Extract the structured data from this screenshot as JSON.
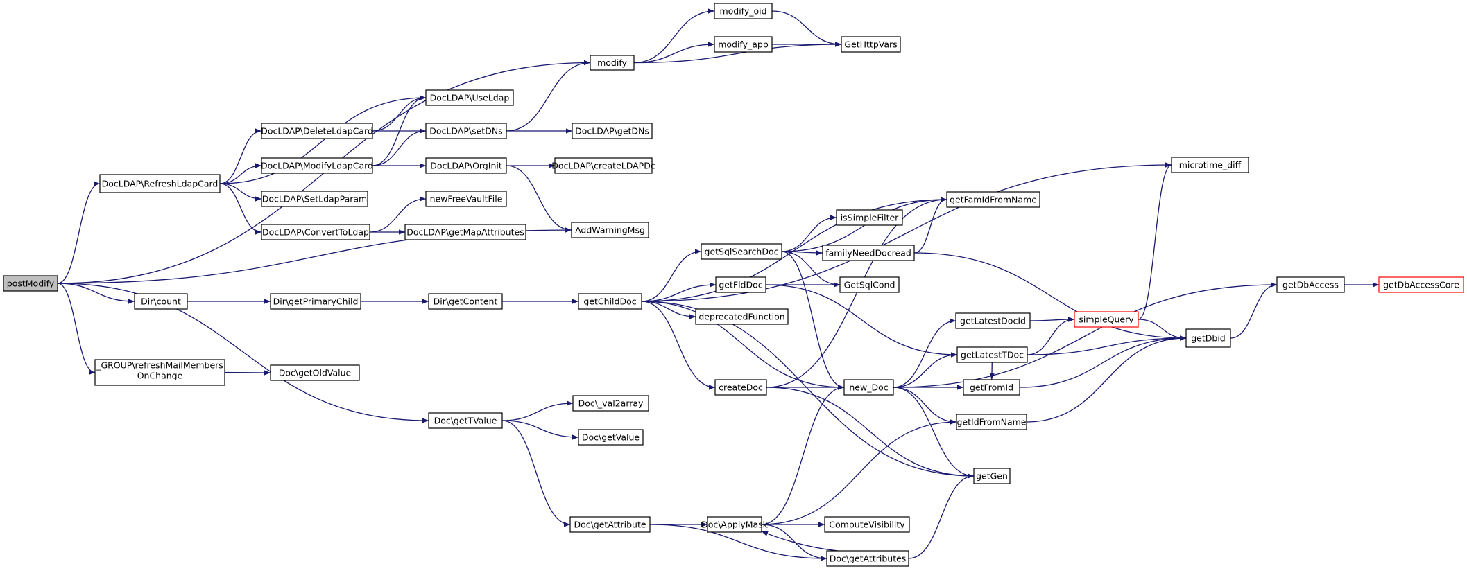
{
  "colors": {
    "edge": "#191970",
    "border": "#000000",
    "root_fill": "#bfbfbf",
    "fill": "#ffffff",
    "highlight_border": "#ff0000"
  },
  "nodes": [
    {
      "id": "postModify",
      "label": "postModify",
      "root": true
    },
    {
      "id": "modify",
      "label": "modify"
    },
    {
      "id": "modify_oid",
      "label": "modify_oid"
    },
    {
      "id": "modify_app",
      "label": "modify_app"
    },
    {
      "id": "GetHttpVars",
      "label": "GetHttpVars"
    },
    {
      "id": "UseLdap",
      "label": "DocLDAP\\UseLdap"
    },
    {
      "id": "DeleteLdapCard",
      "label": "DocLDAP\\DeleteLdapCard"
    },
    {
      "id": "setDNs",
      "label": "DocLDAP\\setDNs"
    },
    {
      "id": "getDNs",
      "label": "DocLDAP\\getDNs"
    },
    {
      "id": "ModifyLdapCard",
      "label": "DocLDAP\\ModifyLdapCard"
    },
    {
      "id": "OrgInit",
      "label": "DocLDAP\\OrgInit"
    },
    {
      "id": "createLDAPDc",
      "label": "DocLDAP\\createLDAPDc"
    },
    {
      "id": "RefreshLdapCard",
      "label": "DocLDAP\\RefreshLdapCard"
    },
    {
      "id": "SetLdapParam",
      "label": "DocLDAP\\SetLdapParam"
    },
    {
      "id": "newFreeVaultFile",
      "label": "newFreeVaultFile"
    },
    {
      "id": "ConvertToLdap",
      "label": "DocLDAP\\ConvertToLdap"
    },
    {
      "id": "getMapAttributes",
      "label": "DocLDAP\\getMapAttributes"
    },
    {
      "id": "AddWarningMsg",
      "label": "AddWarningMsg"
    },
    {
      "id": "Dircount",
      "label": "Dir\\count"
    },
    {
      "id": "getPrimaryChild",
      "label": "Dir\\getPrimaryChild"
    },
    {
      "id": "getContent",
      "label": "Dir\\getContent"
    },
    {
      "id": "getChildDoc",
      "label": "getChildDoc"
    },
    {
      "id": "refreshMail",
      "label": "_GROUP\\refreshMailMembers",
      "label2": "OnChange"
    },
    {
      "id": "getOldValue",
      "label": "Doc\\getOldValue"
    },
    {
      "id": "getTValue",
      "label": "Doc\\getTValue"
    },
    {
      "id": "val2array",
      "label": "Doc\\_val2array"
    },
    {
      "id": "getValue",
      "label": "Doc\\getValue"
    },
    {
      "id": "getAttribute",
      "label": "Doc\\getAttribute"
    },
    {
      "id": "ApplyMask",
      "label": "Doc\\ApplyMask"
    },
    {
      "id": "ComputeVisibility",
      "label": "ComputeVisibility"
    },
    {
      "id": "getAttributes",
      "label": "Doc\\getAttributes"
    },
    {
      "id": "getSqlSearchDoc",
      "label": "getSqlSearchDoc"
    },
    {
      "id": "getFldDoc",
      "label": "getFldDoc"
    },
    {
      "id": "deprecatedFunction",
      "label": "deprecatedFunction"
    },
    {
      "id": "createDoc",
      "label": "createDoc"
    },
    {
      "id": "getFamIdFromName",
      "label": "getFamIdFromName"
    },
    {
      "id": "isSimpleFilter",
      "label": "isSimpleFilter"
    },
    {
      "id": "familyNeedDocread",
      "label": "familyNeedDocread"
    },
    {
      "id": "GetSqlCond",
      "label": "GetSqlCond"
    },
    {
      "id": "new_Doc",
      "label": "new_Doc"
    },
    {
      "id": "getLatestDocId",
      "label": "getLatestDocId"
    },
    {
      "id": "getLatestTDoc",
      "label": "getLatestTDoc"
    },
    {
      "id": "getFromId",
      "label": "getFromId"
    },
    {
      "id": "getIdFromName",
      "label": "getIdFromName"
    },
    {
      "id": "getGen",
      "label": "getGen"
    },
    {
      "id": "simpleQuery",
      "label": "simpleQuery",
      "highlight": true
    },
    {
      "id": "microtime_diff",
      "label": "microtime_diff"
    },
    {
      "id": "getDbid",
      "label": "getDbid"
    },
    {
      "id": "getDbAccess",
      "label": "getDbAccess"
    },
    {
      "id": "getDbAccessCore",
      "label": "getDbAccessCore",
      "highlight": true
    }
  ],
  "edges": [
    [
      "postModify",
      "modify"
    ],
    [
      "postModify",
      "RefreshLdapCard"
    ],
    [
      "postModify",
      "AddWarningMsg"
    ],
    [
      "postModify",
      "Dircount"
    ],
    [
      "postModify",
      "refreshMail"
    ],
    [
      "postModify",
      "getTValue"
    ],
    [
      "modify",
      "modify_oid"
    ],
    [
      "modify",
      "modify_app"
    ],
    [
      "modify",
      "GetHttpVars"
    ],
    [
      "modify_oid",
      "GetHttpVars"
    ],
    [
      "modify_app",
      "GetHttpVars"
    ],
    [
      "RefreshLdapCard",
      "UseLdap"
    ],
    [
      "RefreshLdapCard",
      "DeleteLdapCard"
    ],
    [
      "RefreshLdapCard",
      "ModifyLdapCard"
    ],
    [
      "RefreshLdapCard",
      "SetLdapParam"
    ],
    [
      "RefreshLdapCard",
      "ConvertToLdap"
    ],
    [
      "DeleteLdapCard",
      "UseLdap"
    ],
    [
      "DeleteLdapCard",
      "setDNs"
    ],
    [
      "ModifyLdapCard",
      "UseLdap"
    ],
    [
      "ModifyLdapCard",
      "setDNs"
    ],
    [
      "ModifyLdapCard",
      "OrgInit"
    ],
    [
      "setDNs",
      "modify"
    ],
    [
      "setDNs",
      "getDNs"
    ],
    [
      "OrgInit",
      "createLDAPDc"
    ],
    [
      "OrgInit",
      "AddWarningMsg"
    ],
    [
      "ConvertToLdap",
      "newFreeVaultFile"
    ],
    [
      "ConvertToLdap",
      "getMapAttributes"
    ],
    [
      "Dircount",
      "getPrimaryChild"
    ],
    [
      "getPrimaryChild",
      "getContent"
    ],
    [
      "getContent",
      "getChildDoc"
    ],
    [
      "refreshMail",
      "getOldValue"
    ],
    [
      "getTValue",
      "val2array"
    ],
    [
      "getTValue",
      "getValue"
    ],
    [
      "getTValue",
      "getAttribute"
    ],
    [
      "getAttribute",
      "ApplyMask"
    ],
    [
      "getAttribute",
      "getAttributes"
    ],
    [
      "ApplyMask",
      "ComputeVisibility"
    ],
    [
      "ApplyMask",
      "getAttributes"
    ],
    [
      "ApplyMask",
      "new_Doc"
    ],
    [
      "ApplyMask",
      "getIdFromName"
    ],
    [
      "getAttributes",
      "ApplyMask"
    ],
    [
      "getAttributes",
      "getGen"
    ],
    [
      "getChildDoc",
      "microtime_diff"
    ],
    [
      "getChildDoc",
      "getFamIdFromName"
    ],
    [
      "getChildDoc",
      "getSqlSearchDoc"
    ],
    [
      "getChildDoc",
      "getFldDoc"
    ],
    [
      "getChildDoc",
      "deprecatedFunction"
    ],
    [
      "getChildDoc",
      "createDoc"
    ],
    [
      "getChildDoc",
      "new_Doc"
    ],
    [
      "getChildDoc",
      "getGen"
    ],
    [
      "getSqlSearchDoc",
      "getFamIdFromName"
    ],
    [
      "getSqlSearchDoc",
      "isSimpleFilter"
    ],
    [
      "getSqlSearchDoc",
      "familyNeedDocread"
    ],
    [
      "getSqlSearchDoc",
      "GetSqlCond"
    ],
    [
      "getSqlSearchDoc",
      "new_Doc"
    ],
    [
      "familyNeedDocread",
      "getFamIdFromName"
    ],
    [
      "familyNeedDocread",
      "getDbid"
    ],
    [
      "getFldDoc",
      "GetSqlCond"
    ],
    [
      "getFldDoc",
      "getLatestTDoc"
    ],
    [
      "createDoc",
      "getFamIdFromName"
    ],
    [
      "createDoc",
      "new_Doc"
    ],
    [
      "createDoc",
      "getGen"
    ],
    [
      "new_Doc",
      "getDbAccess"
    ],
    [
      "new_Doc",
      "getLatestDocId"
    ],
    [
      "new_Doc",
      "getLatestTDoc"
    ],
    [
      "new_Doc",
      "getFromId"
    ],
    [
      "new_Doc",
      "getIdFromName"
    ],
    [
      "new_Doc",
      "getGen"
    ],
    [
      "getLatestDocId",
      "simpleQuery"
    ],
    [
      "getLatestTDoc",
      "simpleQuery"
    ],
    [
      "getLatestTDoc",
      "getDbid"
    ],
    [
      "getLatestTDoc",
      "getFromId"
    ],
    [
      "getFromId",
      "getDbid"
    ],
    [
      "getIdFromName",
      "getDbid"
    ],
    [
      "simpleQuery",
      "microtime_diff"
    ],
    [
      "simpleQuery",
      "getDbid"
    ],
    [
      "getDbid",
      "getDbAccess"
    ],
    [
      "getDbAccess",
      "getDbAccessCore"
    ]
  ]
}
